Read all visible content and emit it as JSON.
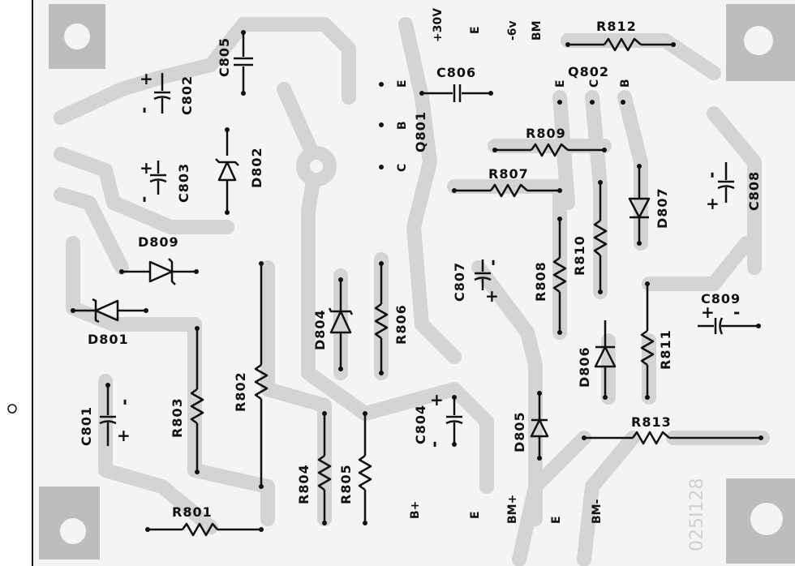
{
  "components": {
    "R812": "R812",
    "Q802": "Q802",
    "C805": "C805",
    "C806": "C806",
    "C802": "C802",
    "D802": "D802",
    "C803": "C803",
    "R809": "R809",
    "R807": "R807",
    "C808": "C808",
    "D807": "D807",
    "D809": "D809",
    "R810": "R810",
    "C807": "C807",
    "R808": "R808",
    "D801": "D801",
    "D804": "D804",
    "R806": "R806",
    "C809": "C809",
    "D806": "D806",
    "R811": "R811",
    "C801": "C801",
    "R803": "R803",
    "R802": "R802",
    "C804": "C804",
    "D805": "D805",
    "R813": "R813",
    "R804": "R804",
    "R805": "R805",
    "R801": "R801",
    "Q801": "Q801"
  },
  "terminals": {
    "plus30v": "+30V",
    "e_top": "E",
    "minus6v": "-6v",
    "bm_top": "BM",
    "q801_e": "E",
    "q801_b": "B",
    "q801_c": "C",
    "q802_e": "E",
    "q802_c": "C",
    "q802_b": "B",
    "b_plus": "B+",
    "e_bottom1": "E",
    "bm_plus": "BM+",
    "e_bottom2": "E",
    "bm_minus": "BM-"
  },
  "polarity": {
    "plus": "+",
    "minus": "-"
  },
  "watermark": "025I128"
}
